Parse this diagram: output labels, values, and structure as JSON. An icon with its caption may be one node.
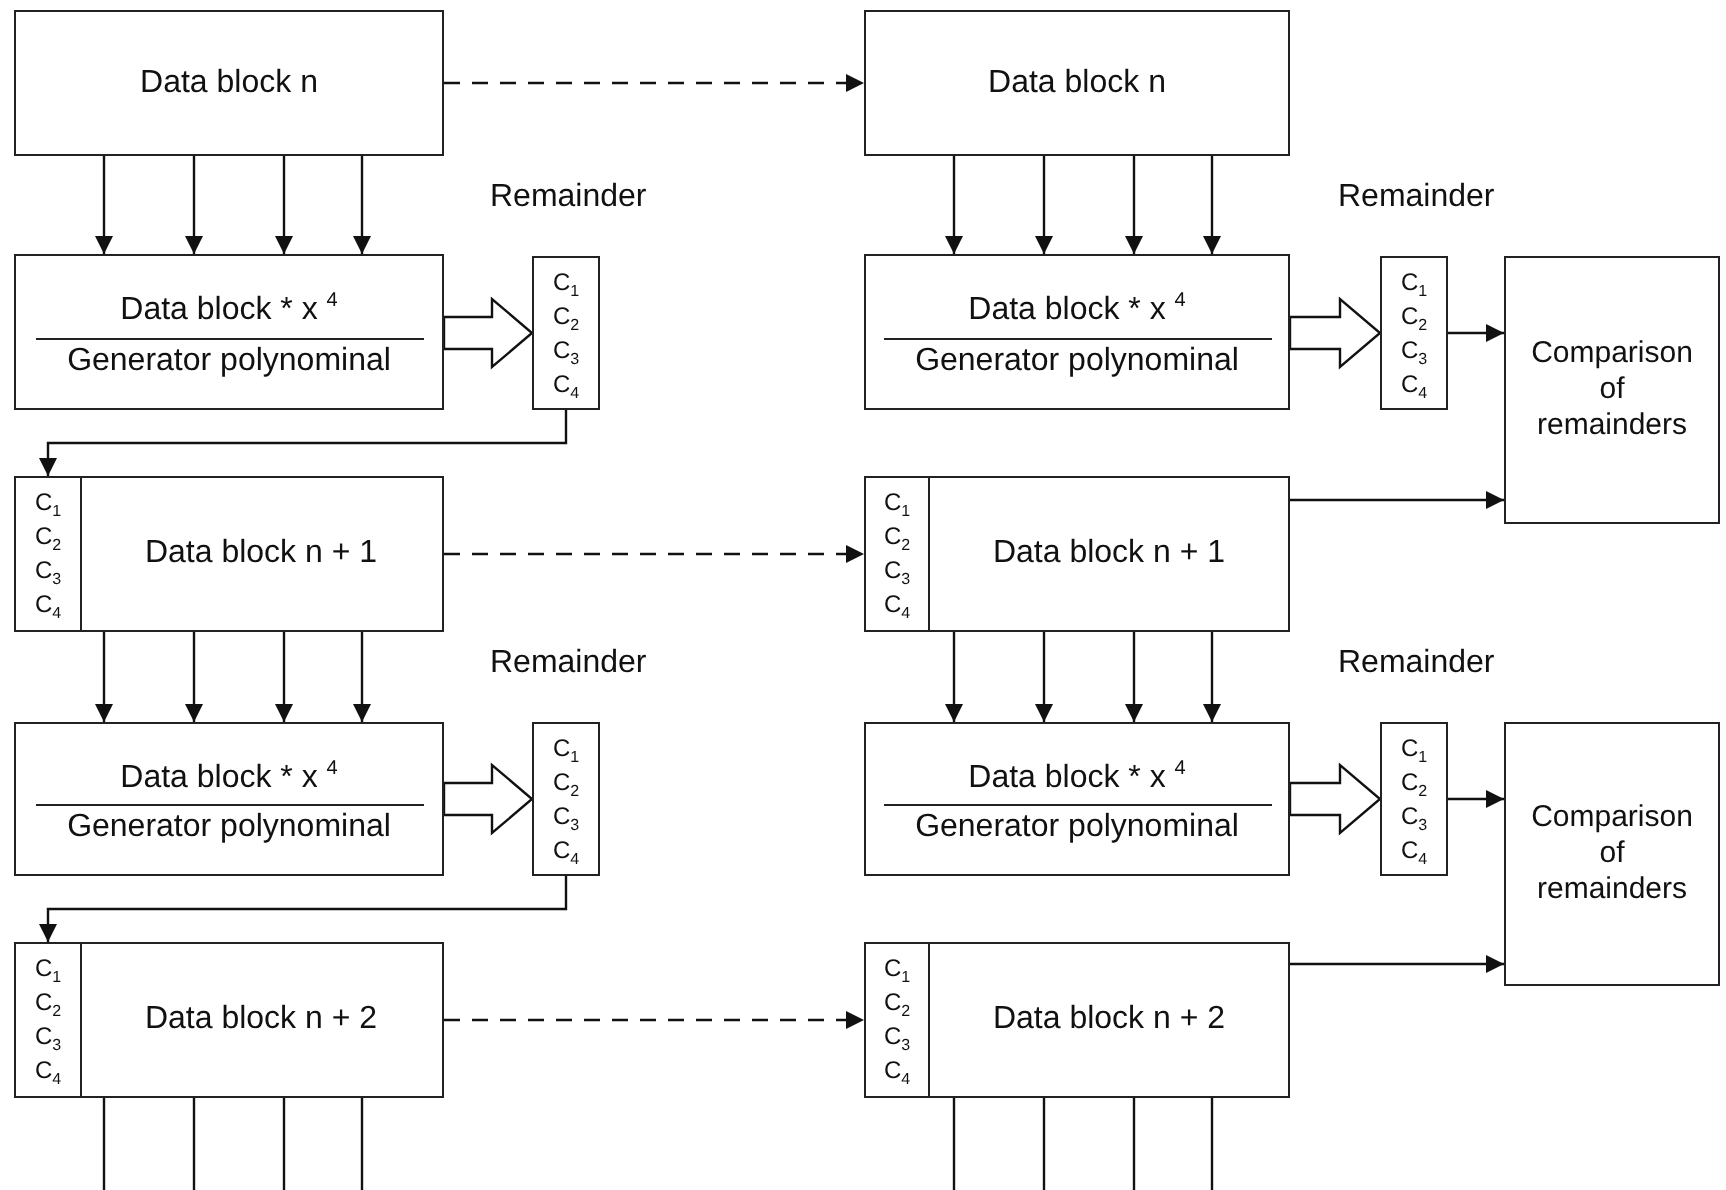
{
  "diagram": {
    "nodes": [
      {
        "text": [
          "Data block n"
        ]
      },
      {
        "text": [
          "Data block n"
        ]
      },
      {
        "text": [
          "Data block * x $^{4}$",
          "Generator polynominal"
        ]
      },
      {
        "text": [
          "C$_{1}$",
          "C$_{2}$",
          "C$_{3}$",
          "C$_{4}$"
        ],
        "beside": [
          "Remainder"
        ]
      },
      {
        "text": [
          "Data block * x $^{4}$",
          "Generator polynominal"
        ]
      },
      {
        "text": [
          "C$_{1}$",
          "C$_{2}$",
          "C$_{3}$",
          "C$_{4}$"
        ],
        "beside": [
          "Remainder"
        ]
      },
      {
        "text": [
          "Comparison of remainders"
        ]
      },
      {
        "text": [
          "Data block n + 1"
        ]
      },
      {
        "text": [
          "C$_{1}$",
          "C$_{2}$",
          "C$_{3}$",
          "C$_{4}$"
        ],
        "in": 7
      },
      {
        "text": [
          "Data block n + 1"
        ]
      },
      {
        "text": [
          "C$_{1}$",
          "C$_{2}$",
          "C$_{3}$",
          "C$_{4}$"
        ],
        "in": 9
      },
      {
        "text": [
          "Data block * x $^{4}$",
          "Generator polynominal"
        ]
      },
      {
        "text": [
          "C$_{1}$",
          "C$_{2}$",
          "C$_{3}$",
          "C$_{4}$"
        ],
        "beside": [
          "Remainder"
        ]
      },
      {
        "text": [
          "Data block * x $^{4}$",
          "Generator polynominal"
        ]
      },
      {
        "text": [
          "C$_{1}$",
          "C$_{2}$",
          "C$_{3}$",
          "C$_{4}$"
        ],
        "beside": [
          "Remainder"
        ]
      },
      {
        "text": [
          "Comparison of remainders"
        ]
      },
      {
        "text": [
          "Data block n + 2"
        ]
      },
      {
        "text": [
          "C$_{1}$",
          "C$_{2}$",
          "C$_{3}$",
          "C$_{4}$"
        ],
        "in": 16
      },
      {
        "text": [
          "Data block n + 2"
        ]
      },
      {
        "text": [
          "C$_{1}$",
          "C$_{2}$",
          "C$_{3}$",
          "C$_{4}$"
        ],
        "in": 18
      }
    ],
    "edges": [
      {
        "from": 0,
        "to": 1,
        "arrow": "to",
        "style": "dashed"
      },
      {
        "from": 0,
        "to": 2,
        "arrow": "to"
      },
      {
        "from": 0,
        "to": 2,
        "arrow": "to"
      },
      {
        "from": 0,
        "to": 2,
        "arrow": "to"
      },
      {
        "from": 0,
        "to": 2,
        "arrow": "to"
      },
      {
        "from": 1,
        "to": 4,
        "arrow": "to"
      },
      {
        "from": 1,
        "to": 4,
        "arrow": "to"
      },
      {
        "from": 1,
        "to": 4,
        "arrow": "to"
      },
      {
        "from": 1,
        "to": 4,
        "arrow": "to"
      },
      {
        "from": 2,
        "to": 3,
        "arrow": "to",
        "style": "thick"
      },
      {
        "from": 4,
        "to": 5,
        "arrow": "to",
        "style": "thick"
      },
      {
        "from": 5,
        "to": 6,
        "arrow": "to"
      },
      {
        "from": 3,
        "to": 8,
        "arrow": "to"
      },
      {
        "from": 10,
        "to": 6,
        "arrow": "to"
      },
      {
        "from": 7,
        "to": 9,
        "arrow": "to",
        "style": "dashed"
      },
      {
        "from": 7,
        "to": 11,
        "arrow": "to"
      },
      {
        "from": 7,
        "to": 11,
        "arrow": "to"
      },
      {
        "from": 7,
        "to": 11,
        "arrow": "to"
      },
      {
        "from": 7,
        "to": 11,
        "arrow": "to"
      },
      {
        "from": 9,
        "to": 13,
        "arrow": "to"
      },
      {
        "from": 9,
        "to": 13,
        "arrow": "to"
      },
      {
        "from": 9,
        "to": 13,
        "arrow": "to"
      },
      {
        "from": 9,
        "to": 13,
        "arrow": "to"
      },
      {
        "from": 11,
        "to": 12,
        "arrow": "to",
        "style": "thick"
      },
      {
        "from": 13,
        "to": 14,
        "arrow": "to",
        "style": "thick"
      },
      {
        "from": 14,
        "to": 15,
        "arrow": "to"
      },
      {
        "from": 12,
        "to": 17,
        "arrow": "to"
      },
      {
        "from": 19,
        "to": 15,
        "arrow": "to"
      },
      {
        "from": 16,
        "to": 18,
        "arrow": "to",
        "style": "dashed"
      },
      {
        "from": 16,
        "to": null,
        "arrow": "none"
      },
      {
        "from": 16,
        "to": null,
        "arrow": "none"
      },
      {
        "from": 16,
        "to": null,
        "arrow": "none"
      },
      {
        "from": 16,
        "to": null,
        "arrow": "none"
      },
      {
        "from": 18,
        "to": null,
        "arrow": "none"
      },
      {
        "from": 18,
        "to": null,
        "arrow": "none"
      },
      {
        "from": 18,
        "to": null,
        "arrow": "none"
      },
      {
        "from": 18,
        "to": null,
        "arrow": "none"
      }
    ]
  }
}
